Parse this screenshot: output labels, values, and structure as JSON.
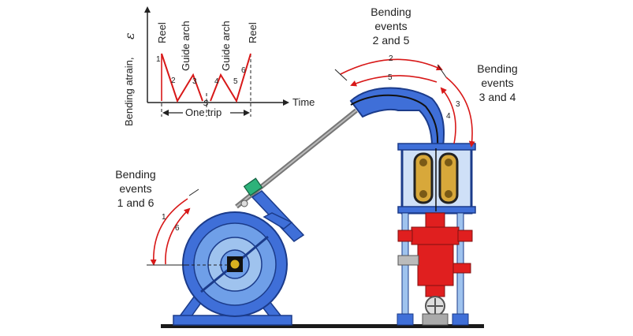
{
  "graph": {
    "ylabel": "Bending atrain,",
    "ylabel_symbol": "ε",
    "xlabel": "Time",
    "trip_label": "One trip",
    "s_mark": "s",
    "labels": {
      "reel_left": "Reel",
      "arch_left": "Guide arch",
      "arch_right": "Guide arch",
      "reel_right": "Reel"
    },
    "event_numbers": [
      "1",
      "2",
      "3",
      "4",
      "5",
      "6"
    ]
  },
  "callouts": {
    "events_2_5": [
      "Bending",
      "events",
      "2 and 5"
    ],
    "events_3_4": [
      "Bending",
      "events",
      "3 and 4"
    ],
    "events_1_6": [
      "Bending",
      "events",
      "1 and 6"
    ]
  },
  "arc_numbers": {
    "top_outer": "2",
    "top_inner": "5",
    "right_outer": "3",
    "right_inner": "4",
    "left_outer": "1",
    "left_inner": "6"
  },
  "colors": {
    "equipment_blue": "#3f6fd8",
    "light_blue": "#9fc3ee",
    "bop_red": "#e01f1f",
    "arrow_red": "#d81818",
    "ground": "#1a1a1a"
  }
}
